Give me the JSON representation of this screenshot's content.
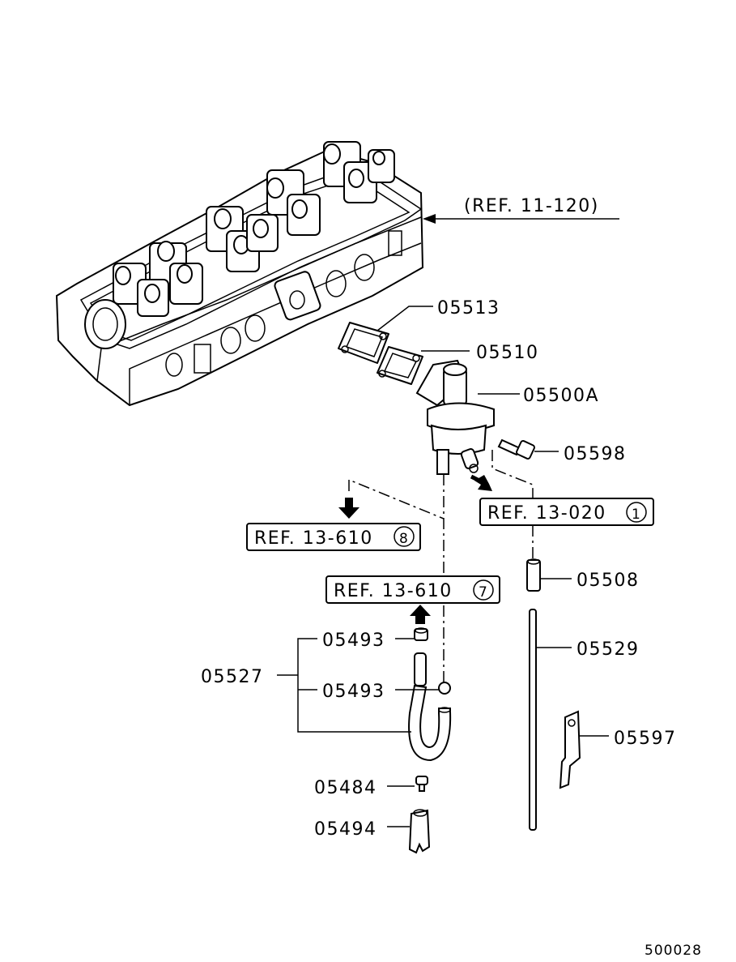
{
  "references": {
    "cylinder_head": "(REF. 11-120)",
    "ref_13_020": "REF. 13-020",
    "ref_13_020_circle": "1",
    "ref_13_610_a": "REF. 13-610",
    "ref_13_610_a_circle": "8",
    "ref_13_610_b": "REF. 13-610",
    "ref_13_610_b_circle": "7"
  },
  "parts": {
    "p05513": "05513",
    "p05510": "05510",
    "p05500A": "05500A",
    "p05598": "05598",
    "p05508": "05508",
    "p05529": "05529",
    "p05597": "05597",
    "p05493_top": "05493",
    "p05493_bottom": "05493",
    "p05527": "05527",
    "p05484": "05484",
    "p05494": "05494"
  },
  "diagram_number": "500028"
}
